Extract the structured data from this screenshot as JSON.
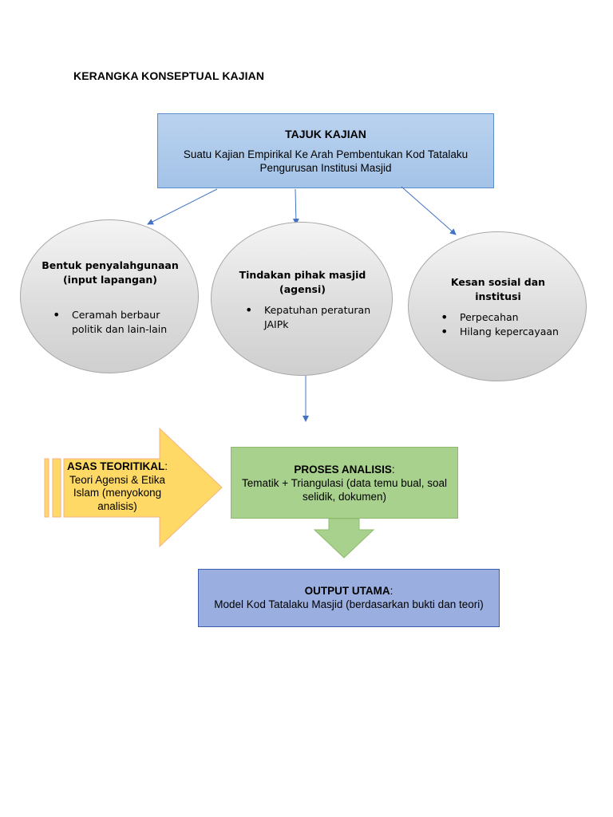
{
  "page_title": "KERANGKA KONSEPTUAL KAJIAN",
  "title_box": {
    "heading": "TAJUK KAJIAN",
    "subtitle": "Suatu Kajian Empirikal Ke Arah Pembentukan Kod Tatalaku Pengurusan Institusi Masjid"
  },
  "ellipses": [
    {
      "heading": "Bentuk penyalahgunaan (input lapangan)",
      "items": [
        "Ceramah berbaur politik dan lain-lain"
      ]
    },
    {
      "heading": "Tindakan pihak masjid (agensi)",
      "items": [
        "Kepatuhan peraturan JAIPk"
      ]
    },
    {
      "heading": "Kesan sosial dan institusi",
      "items": [
        "Perpecahan",
        "Hilang kepercayaan"
      ]
    }
  ],
  "asas": {
    "label": "ASAS TEORITIKAL",
    "colon": ":",
    "text": "Teori Agensi & Etika Islam (menyokong analisis)"
  },
  "proses": {
    "label": "PROSES ANALISIS",
    "colon": ":",
    "text": "Tematik + Triangulasi (data temu bual, soal selidik, dokumen)"
  },
  "output": {
    "label": "OUTPUT UTAMA",
    "colon": ":",
    "text": "Model Kod Tatalaku Masjid (berdasarkan bukti dan teori)"
  },
  "colors": {
    "title_fill": "#a4c3e8",
    "ellipse_fill": "#dddddd",
    "asas_fill": "#ffd966",
    "proses_fill": "#a9d18e",
    "output_fill": "#9aaee0",
    "connector": "#4472c4"
  }
}
